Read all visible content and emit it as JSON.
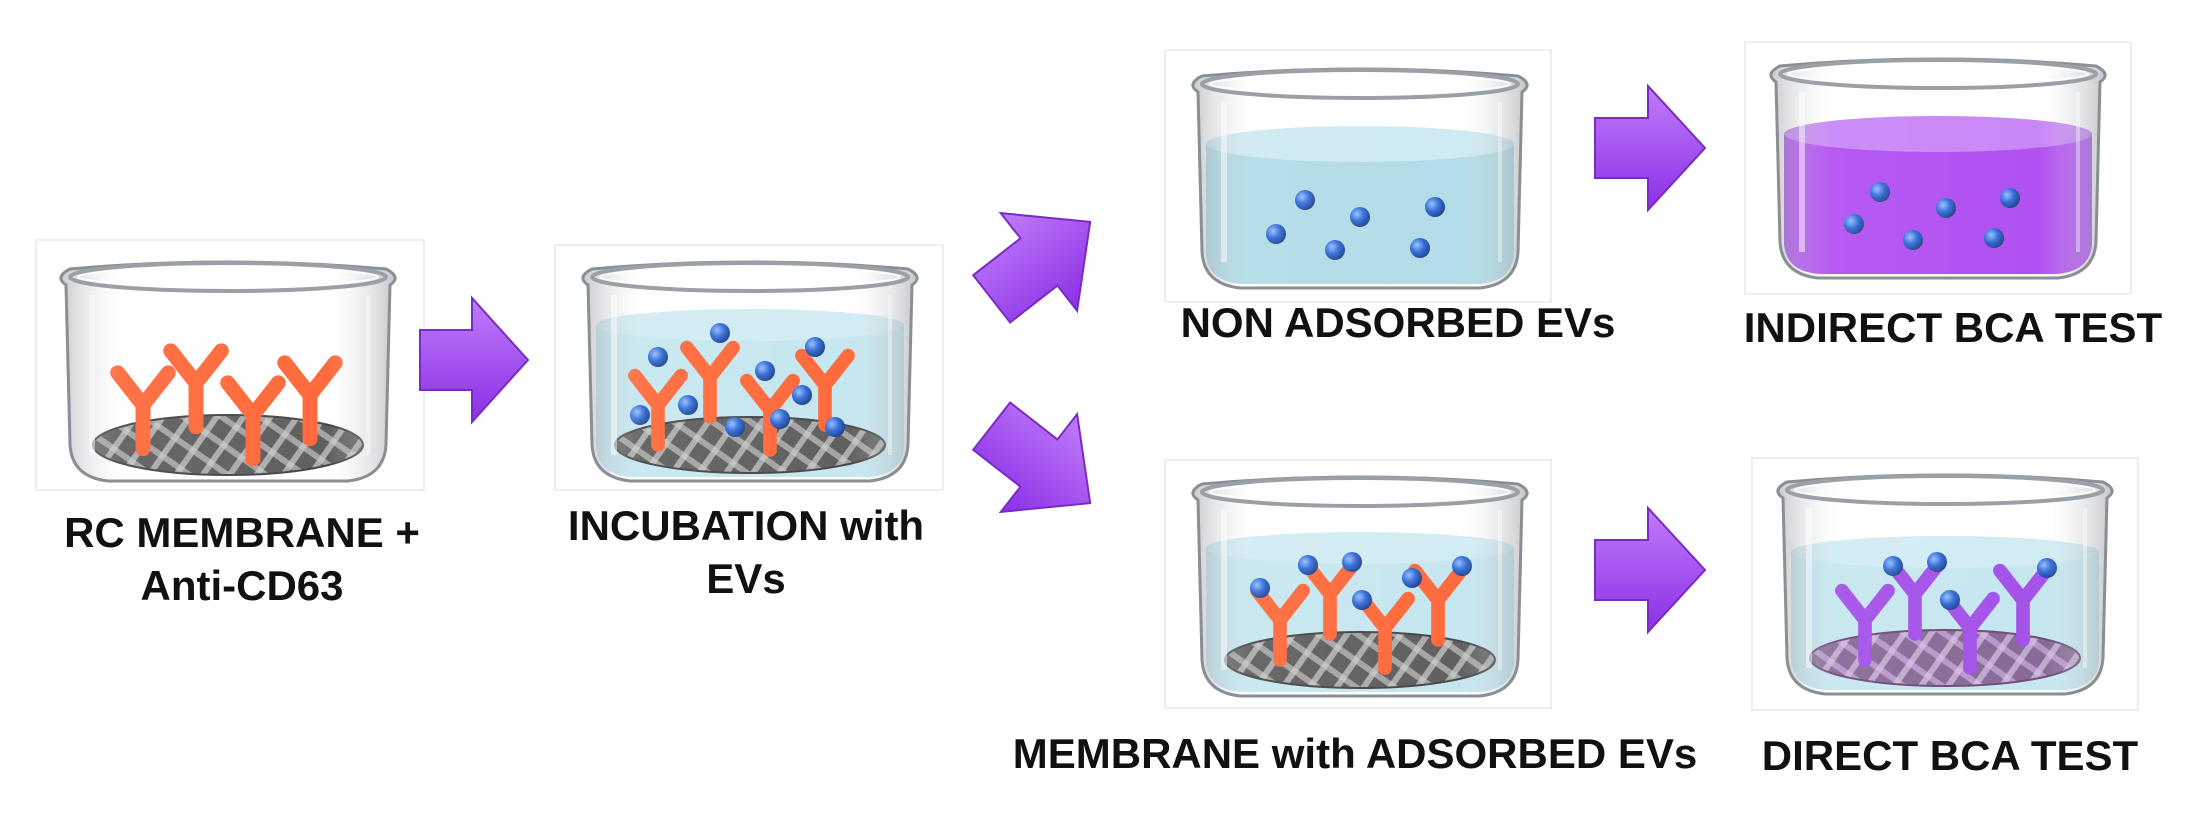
{
  "steps": {
    "rc_membrane": {
      "label_line1": "RC MEMBRANE +",
      "label_line2": "Anti-CD63"
    },
    "incubation": {
      "label_line1": "INCUBATION with",
      "label_line2": "EVs"
    },
    "non_adsorbed": {
      "label": "NON ADSORBED EVs"
    },
    "indirect_bca": {
      "label": "INDIRECT BCA TEST"
    },
    "membrane_adsorbed": {
      "label": "MEMBRANE with ADSORBED EVs"
    },
    "direct_bca": {
      "label": "DIRECT BCA TEST"
    }
  },
  "colors": {
    "antibody": "#ff5a26",
    "antibody_stained": "#9a3ee6",
    "ev": "#1f5fd6",
    "buffer": "#b9e1ec",
    "bca_reagent": "#a93df0",
    "arrow": "#9b3ff2",
    "membrane": "#5a5a5a"
  },
  "icons": [
    "beaker-icon",
    "antibody-icon",
    "ev-particle-icon",
    "membrane-icon",
    "arrow-right-icon"
  ]
}
